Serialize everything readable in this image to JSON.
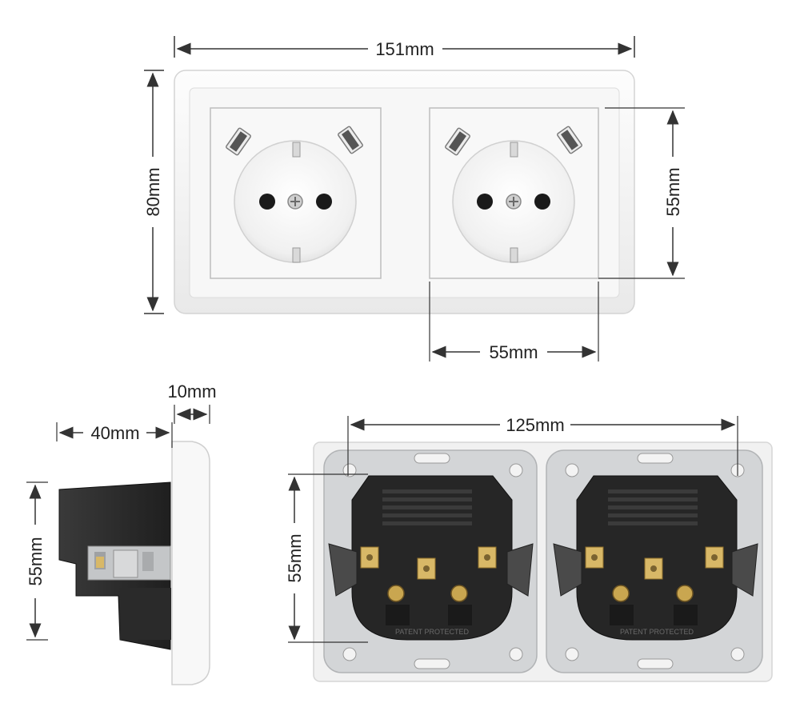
{
  "dimensions": {
    "overall_width": "151mm",
    "overall_height": "80mm",
    "insert_height": "55mm",
    "insert_width": "55mm",
    "side_depth": "40mm",
    "side_plate": "10mm",
    "side_height": "55mm",
    "rear_hole_spacing": "125mm",
    "rear_height": "55mm"
  },
  "rear_markings": {
    "left": "PATENT PROTECTED",
    "right": "PATENT PROTECTED"
  },
  "colors": {
    "plate": "#f4f4f4",
    "insert": "#f7f7f7",
    "body": "#2b2b2b",
    "metal": "#c4c6c8",
    "brass": "#d8b867",
    "line": "#333333"
  }
}
